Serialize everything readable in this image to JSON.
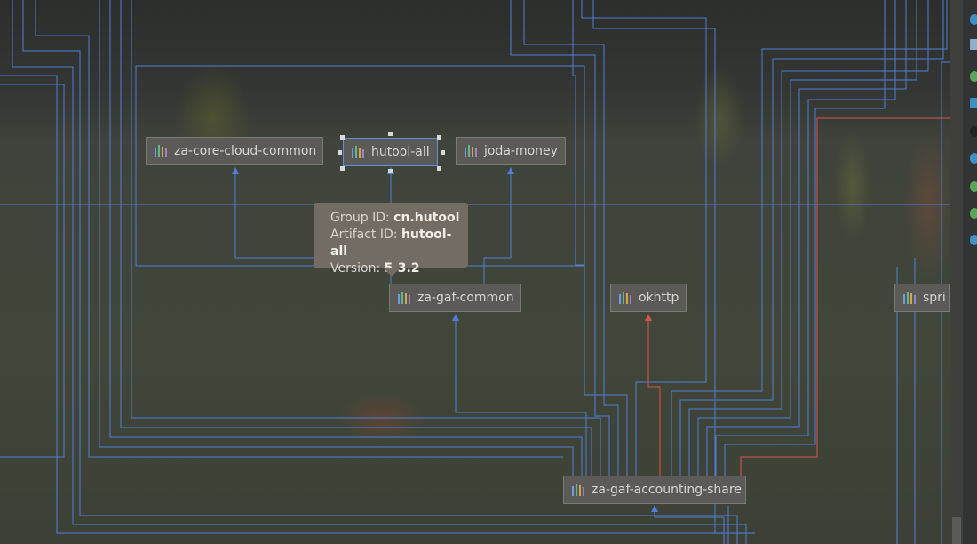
{
  "nodes": [
    {
      "id": "za-core-cloud-common",
      "label": "za-core-cloud-common"
    },
    {
      "id": "hutool-all",
      "label": "hutool-all",
      "selected": true
    },
    {
      "id": "joda-money",
      "label": "joda-money"
    },
    {
      "id": "za-gaf-common",
      "label": "za-gaf-common"
    },
    {
      "id": "okhttp",
      "label": "okhttp"
    },
    {
      "id": "spring",
      "label": "spri"
    },
    {
      "id": "za-gaf-accounting-share",
      "label": "za-gaf-accounting-share"
    }
  ],
  "tooltip": {
    "group_label": "Group ID: ",
    "group_value": "cn.hutool",
    "artifact_label": "Artifact ID: ",
    "artifact_value": "hutool-all",
    "version_label": "Version: ",
    "version_value": "5.3.2"
  },
  "colors": {
    "edge": "#4f7fd8",
    "edge_conflict": "#d9534f",
    "node_bg": "#5b5a56",
    "selected_border": "#5e8fd8",
    "tooltip_bg": "#726c62"
  },
  "icons": {
    "node": "maven-library-icon"
  },
  "right_toolbar_icons": [
    "maven-icon",
    "gradle-icon",
    "database-icon",
    "ant-icon",
    "bean-icon",
    "spring-icon",
    "leaf-icon",
    "plugin-icon"
  ]
}
